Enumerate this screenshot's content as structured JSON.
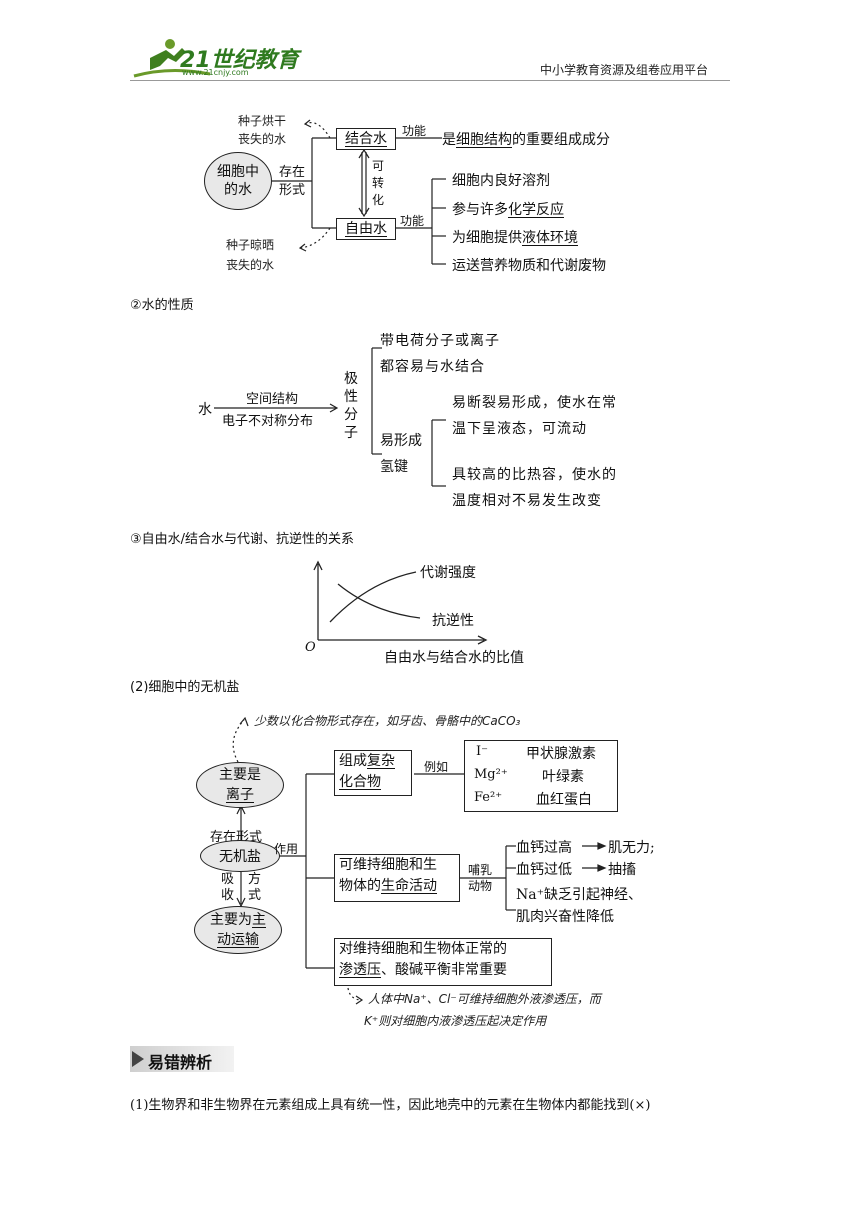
{
  "header": {
    "logo_text": "21世纪教育",
    "logo_url_text": "www.21cnjy.com",
    "site_desc": "中小学教育资源及组卷应用平台"
  },
  "water_forms": {
    "center": "细胞中的水",
    "exist_label": "存在形式",
    "bound_water": "结合水",
    "free_water": "自由水",
    "convert_label": "可转化",
    "function_label_1": "功能",
    "function_label_2": "功能",
    "bound_function": "是细胞结构的重要组成成分",
    "free_functions": [
      "细胞内良好溶剂",
      "参与许多化学反应",
      "为细胞提供液体环境",
      "运送营养物质和代谢废物"
    ],
    "note_top_1": "种子烘干",
    "note_top_2": "丧失的水",
    "note_bottom_1": "种子晾晒",
    "note_bottom_2": "丧失的水"
  },
  "water_props": {
    "heading": "②水的性质",
    "water": "水",
    "arrow_top": "空间结构",
    "arrow_bottom": "电子不对称分布",
    "polar": [
      "极",
      "性",
      "分",
      "子"
    ],
    "charged_1": "带电荷分子或离子",
    "charged_2": "都容易与水结合",
    "hbond_1": "易形成",
    "hbond_2": "氢键",
    "liquid_1": "易断裂易形成，使水在常",
    "liquid_2": "温下呈液态，可流动",
    "heat_1": "具较高的比热容，使水的",
    "heat_2": "温度相对不易发生改变"
  },
  "relation": {
    "heading": "③自由水/结合水与代谢、抗逆性的关系",
    "metabolism": "代谢强度",
    "resistance": "抗逆性",
    "origin": "O",
    "xlabel": "自由水与结合水的比值"
  },
  "salts": {
    "heading": "(2)细胞中的无机盐",
    "note_top": "少数以化合物形式存在，如牙齿、骨骼中的CaCO₃",
    "ion_1": "主要是",
    "ion_2": "离子",
    "exist_form": "存在形式",
    "center": "无机盐",
    "role": "作用",
    "absorb": [
      "吸",
      "收"
    ],
    "way": [
      "方",
      "式"
    ],
    "transport_1": "主要为主",
    "transport_2": "动运输",
    "box1_1": "组成复杂",
    "box1_2": "化合物",
    "example": "例如",
    "ex": [
      {
        "ion": "I⁻",
        "target": "甲状腺激素"
      },
      {
        "ion": "Mg²⁺",
        "target": "叶绿素"
      },
      {
        "ion": "Fe²⁺",
        "target": "血红蛋白"
      }
    ],
    "box2_1": "可维持细胞和生",
    "box2_2": "物体的生命活动",
    "mammal_1": "哺乳",
    "mammal_2": "动物",
    "calcium_high": "血钙过高",
    "weak": "肌无力;",
    "calcium_low": "血钙过低",
    "cramp": "抽搐",
    "na_1": "Na⁺缺乏引起神经、",
    "na_2": "肌肉兴奋性降低",
    "box3_1": "对维持细胞和生物体正常的",
    "box3_2": "渗透压、酸碱平衡非常重要",
    "note_bottom_1": "人体中Na⁺、Cl⁻可维持细胞外液渗透压，而",
    "note_bottom_2": "K⁺则对细胞内液渗透压起决定作用"
  },
  "section": {
    "title": "易错辨析",
    "item1": "(1)生物界和非生物界在元素组成上具有统一性，因此地壳中的元素在生物体内都能找到(×)"
  }
}
